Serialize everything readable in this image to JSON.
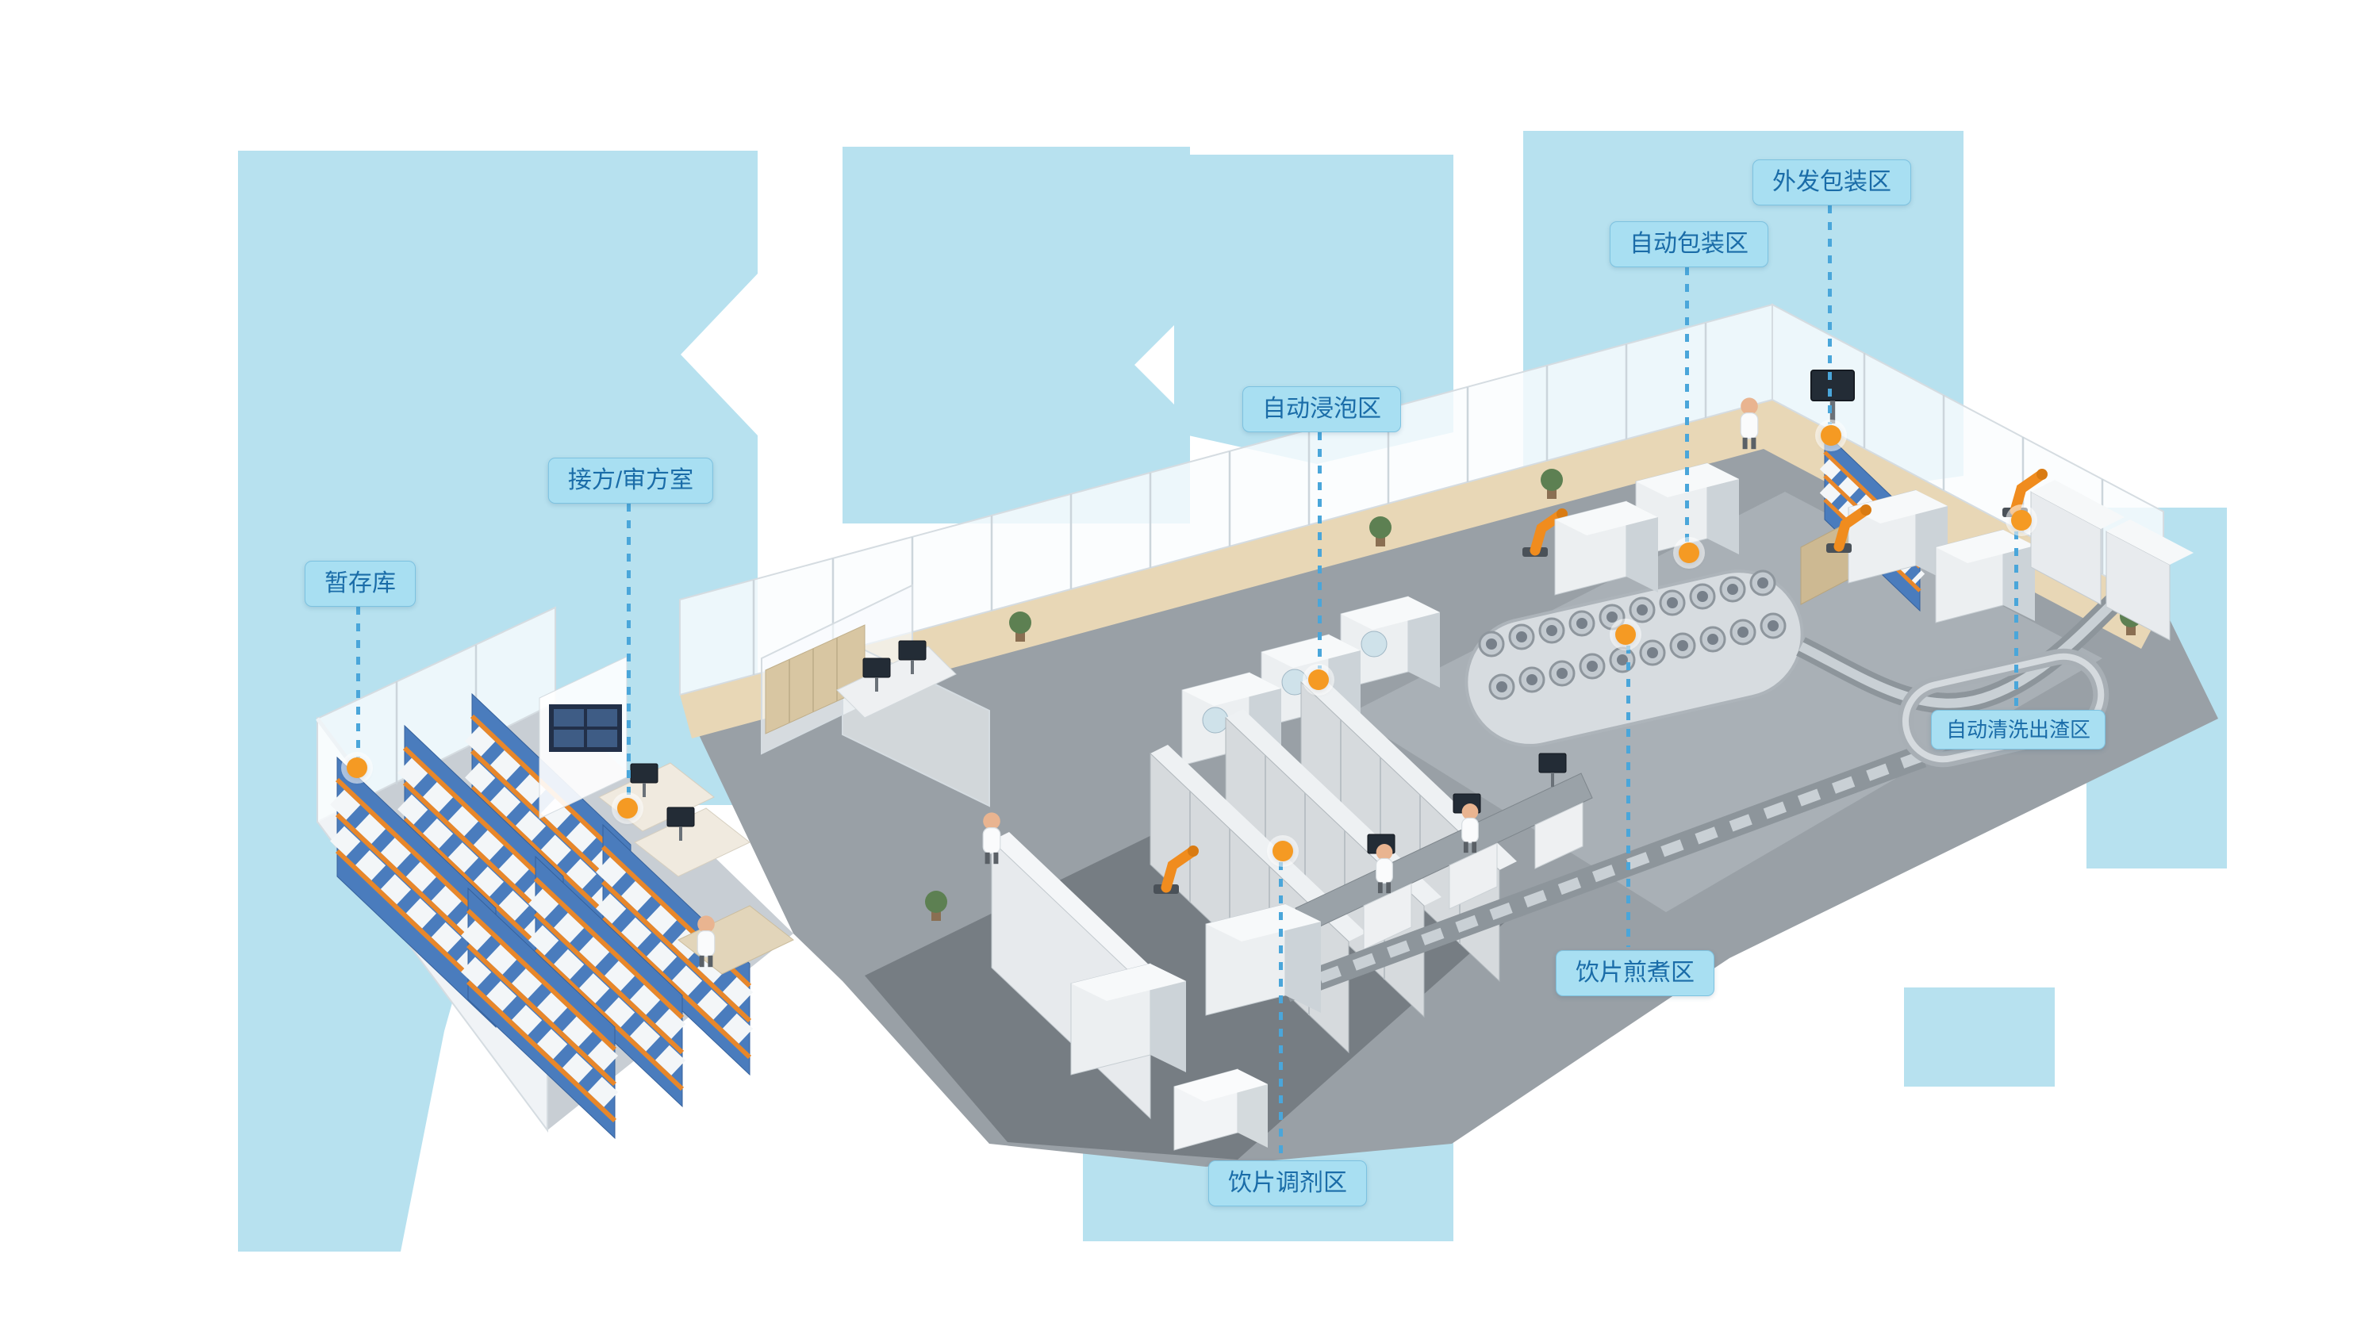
{
  "colors": {
    "label_bg": "#a8dff2",
    "label_text": "#1a6ca8",
    "leader_line": "#4aa6da",
    "marker_orange": "#f59a23",
    "background_blob": "#b7e1ef"
  },
  "annotations": [
    {
      "id": "temp-storage",
      "label": "暂存库"
    },
    {
      "id": "prescription-review-room",
      "label": "接方/审方室"
    },
    {
      "id": "auto-soaking-area",
      "label": "自动浸泡区"
    },
    {
      "id": "dispensing-area",
      "label": "饮片调剂区"
    },
    {
      "id": "decocting-area",
      "label": "饮片煎煮区"
    },
    {
      "id": "auto-packaging-area",
      "label": "自动包装区"
    },
    {
      "id": "outbound-packaging-area",
      "label": "外发包装区"
    },
    {
      "id": "auto-cleaning-area",
      "label": "自动清洗出渣区"
    }
  ]
}
